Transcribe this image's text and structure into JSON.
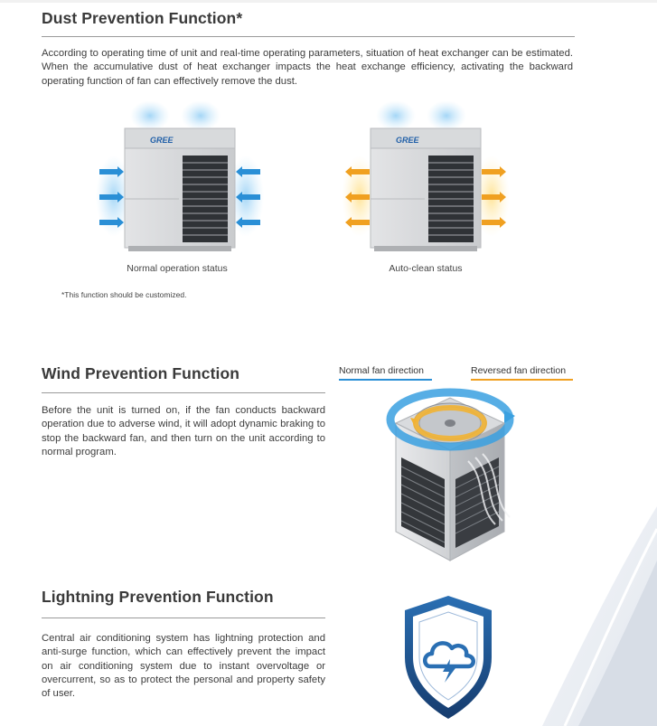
{
  "dust": {
    "title": "Dust Prevention Function*",
    "text": "According to operating time of unit and real-time operating parameters, situation of heat exchanger can be estimated. When the accumulative dust of heat exchanger impacts the heat exchange efficiency, activating the backward operating function of fan can effectively remove the dust.",
    "captions": [
      "Normal operation status",
      "Auto-clean status"
    ],
    "note": "*This function should be customized.",
    "brand": "GREE"
  },
  "wind": {
    "title": "Wind Prevention Function",
    "text": "Before the unit is turned on, if the fan conducts backward operation due to adverse wind, it will adopt dynamic braking to stop the backward fan, and then turn on the unit according to normal program.",
    "labels": {
      "normal": "Normal fan direction",
      "reversed": "Reversed fan direction"
    }
  },
  "lightning": {
    "title": "Lightning Prevention Function",
    "text": "Central air conditioning system has lightning protection and anti-surge function, which can effectively prevent the impact on air conditioning system due to instant overvoltage or overcurrent, so as to protect the personal and property safety of user."
  },
  "colors": {
    "blue": "#2a8fd6",
    "orange": "#f0a020",
    "shield": "#1f4f8a"
  }
}
